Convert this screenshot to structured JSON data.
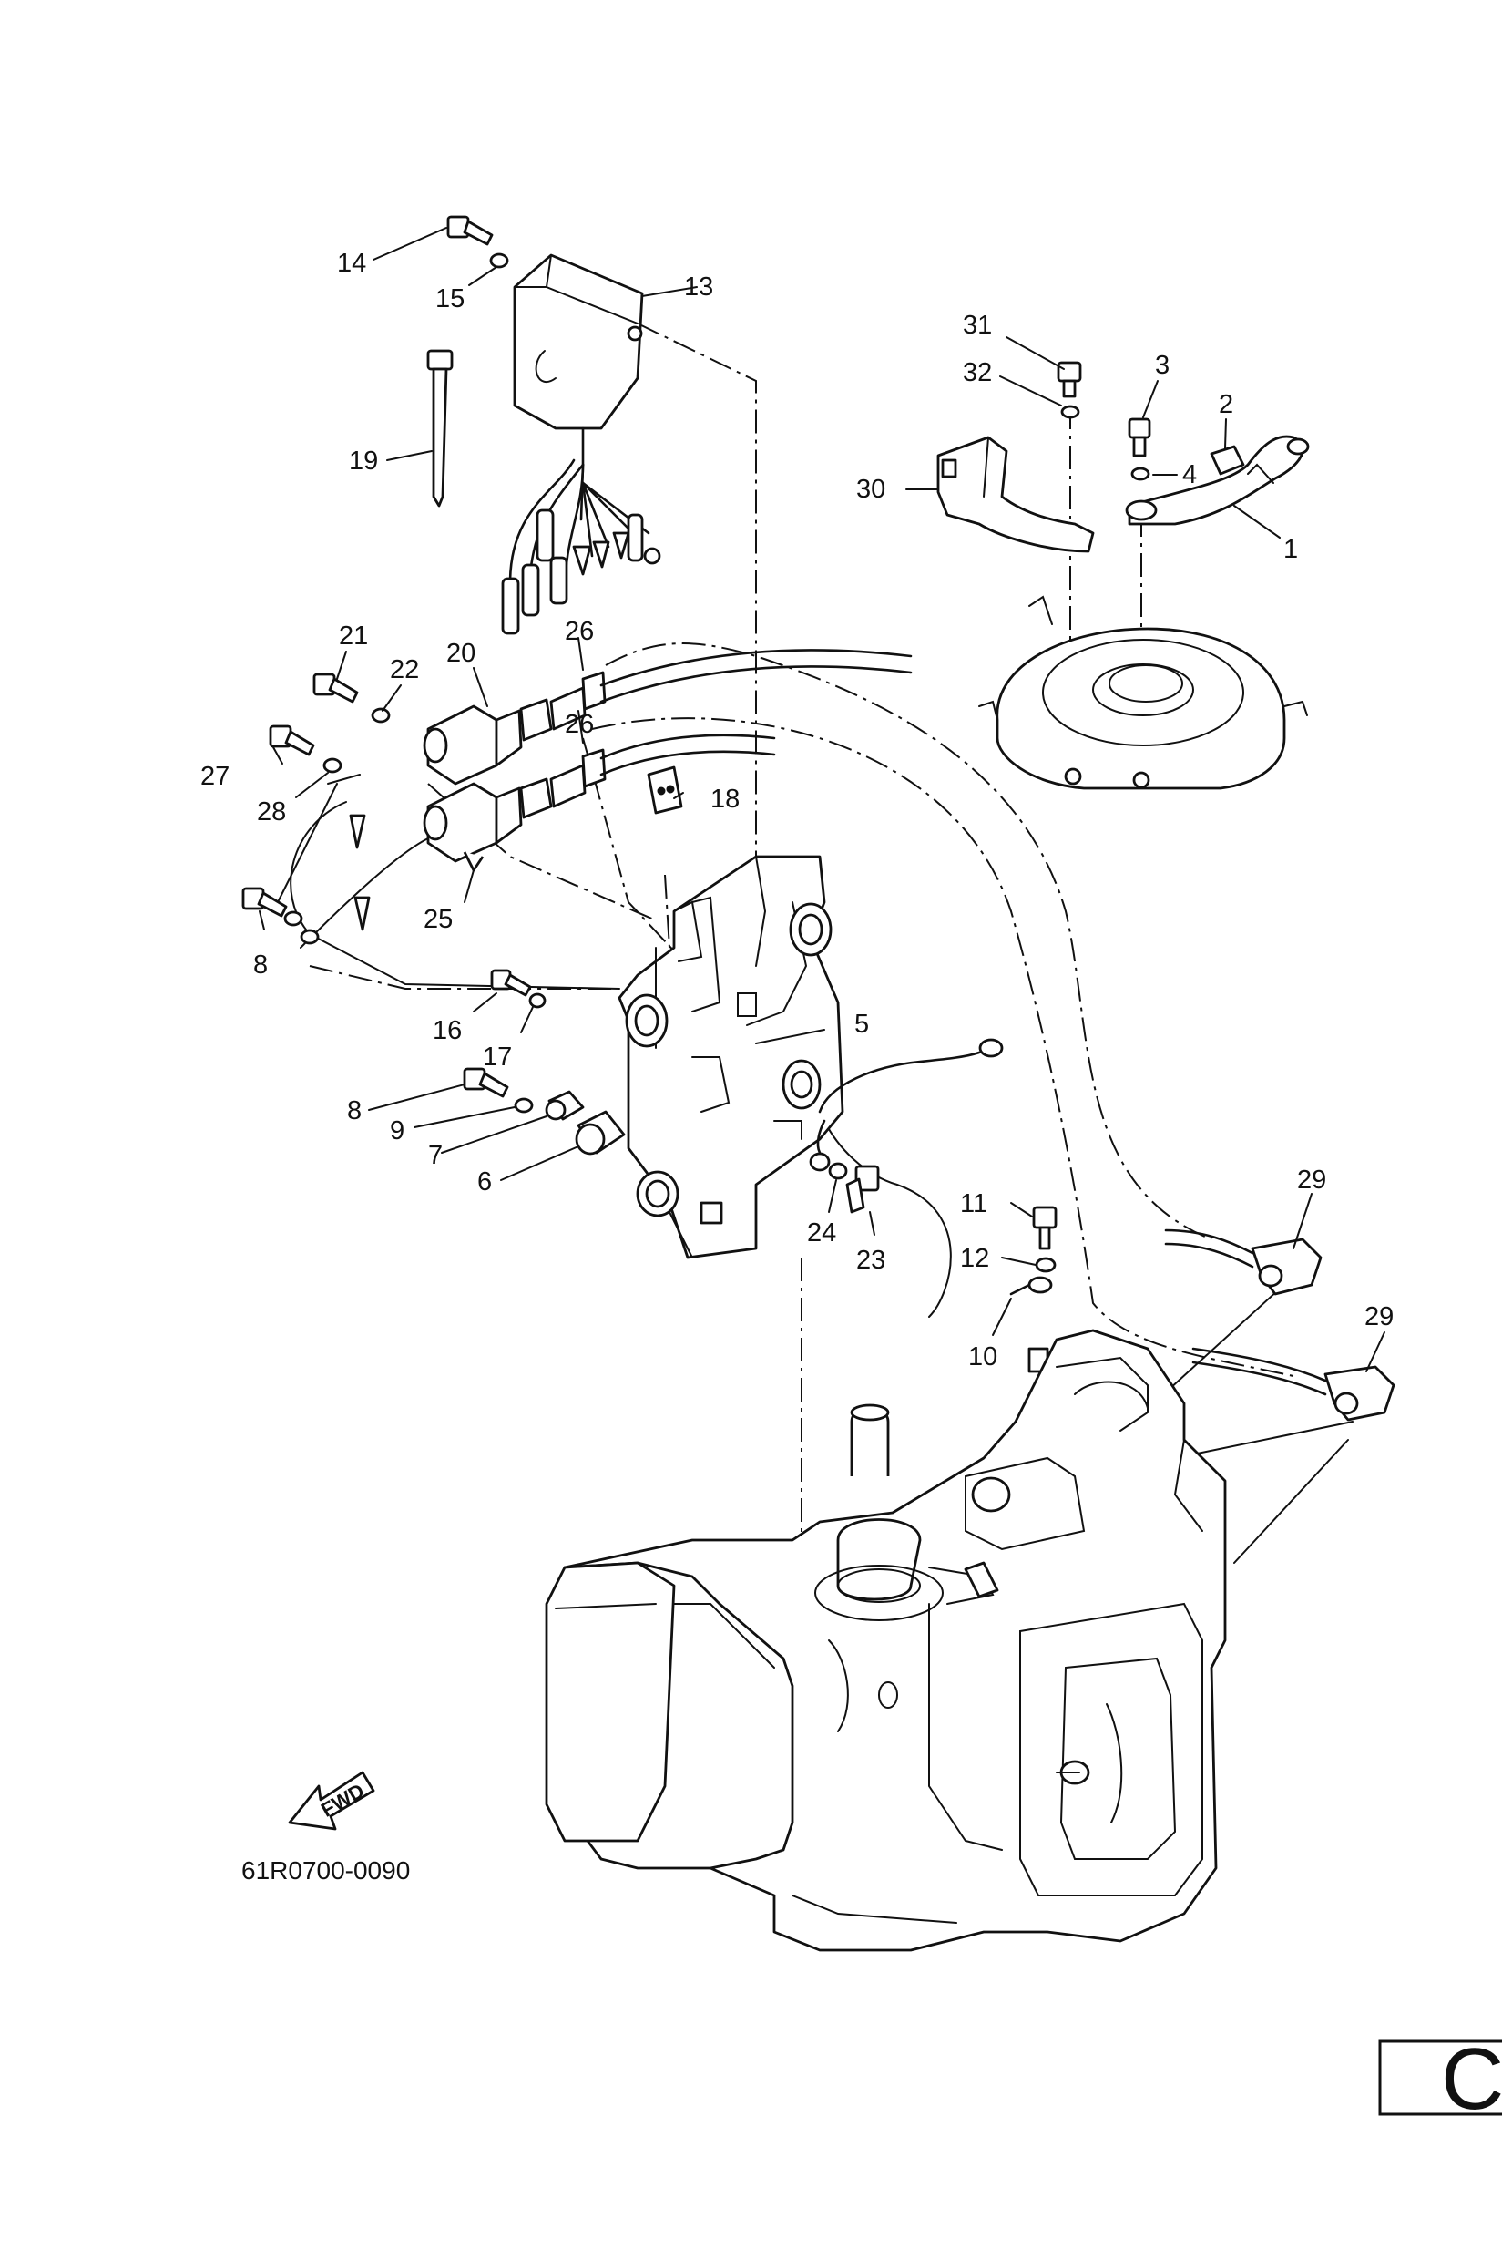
{
  "diagram": {
    "reference_code": "61R0700-0090",
    "direction_label": "FWD",
    "sheet_letter": "C",
    "callouts": {
      "c1": "1",
      "c2": "2",
      "c3": "3",
      "c4": "4",
      "c5": "5",
      "c6": "6",
      "c7": "7",
      "c8a": "8",
      "c8b": "8",
      "c9": "9",
      "c10": "10",
      "c11": "11",
      "c12": "12",
      "c13": "13",
      "c14": "14",
      "c15": "15",
      "c16": "16",
      "c17": "17",
      "c18": "18",
      "c19": "19",
      "c20": "20",
      "c21": "21",
      "c22": "22",
      "c23": "23",
      "c24": "24",
      "c25": "25",
      "c26a": "26",
      "c26b": "26",
      "c27": "27",
      "c28": "28",
      "c29a": "29",
      "c29b": "29",
      "c30": "30",
      "c31": "31",
      "c32": "32"
    }
  }
}
